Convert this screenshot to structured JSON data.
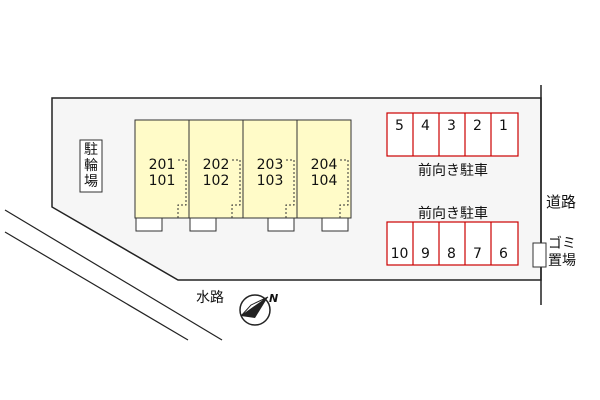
{
  "units": [
    {
      "upper": "201",
      "lower": "101"
    },
    {
      "upper": "202",
      "lower": "102"
    },
    {
      "upper": "203",
      "lower": "103"
    },
    {
      "upper": "204",
      "lower": "104"
    }
  ],
  "bicycle_parking": "駐\n輪\n場",
  "parking_top": {
    "label": "前向き駐車",
    "spaces": [
      "5",
      "4",
      "3",
      "2",
      "1"
    ]
  },
  "parking_bottom": {
    "label": "前向き駐車",
    "spaces": [
      "10",
      "9",
      "8",
      "7",
      "6"
    ]
  },
  "road_label": "道路",
  "garbage_label": "ゴミ\n置場",
  "waterway_label": "水路",
  "compass_label": "N",
  "colors": {
    "building": "#fffbc8",
    "parking_border": "#cc0000",
    "ground": "#f6f6f6"
  }
}
